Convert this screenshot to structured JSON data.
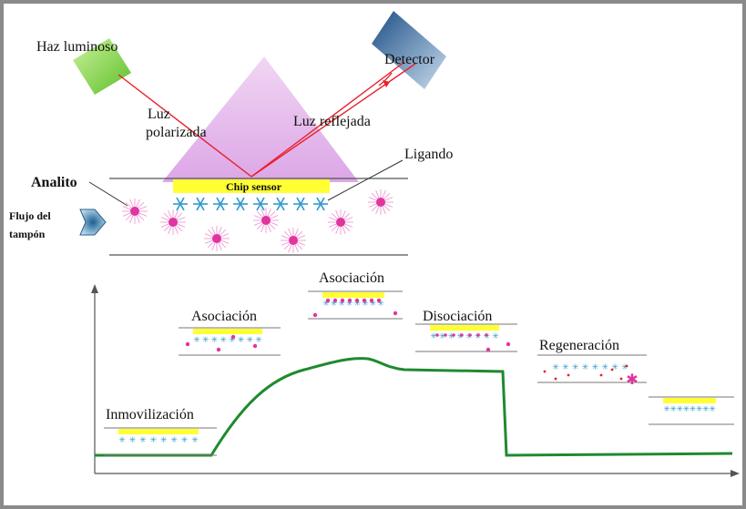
{
  "top_labels": {
    "light_source": "Haz luminoso",
    "detector": "Detector",
    "polarized_line1": "Luz",
    "polarized_line2": "polarizada",
    "reflected": "Luz reflejada",
    "ligand": "Ligando",
    "chip": "Chip sensor",
    "analyte": "Analito",
    "buffer_line1": "Flujo del",
    "buffer_line2": "tampón"
  },
  "sensorgram": {
    "stages": [
      {
        "label": "Inmovilización",
        "particles": "none"
      },
      {
        "label": "Asociación",
        "particles": "few"
      },
      {
        "label": "Asociación",
        "particles": "many"
      },
      {
        "label": "Disociación",
        "particles": "leaving"
      },
      {
        "label": "Regeneración",
        "particles": "stripped"
      },
      {
        "label": "",
        "particles": "none"
      }
    ]
  },
  "colors": {
    "beam": "#e8202a",
    "prism": "#e4b7ec",
    "chip": "#ffff33",
    "ligand": "#3399cc",
    "analyte": "#e0359f",
    "curve": "#1f8a2f",
    "source": "#88d84a",
    "detector": "#2b6fa8"
  }
}
